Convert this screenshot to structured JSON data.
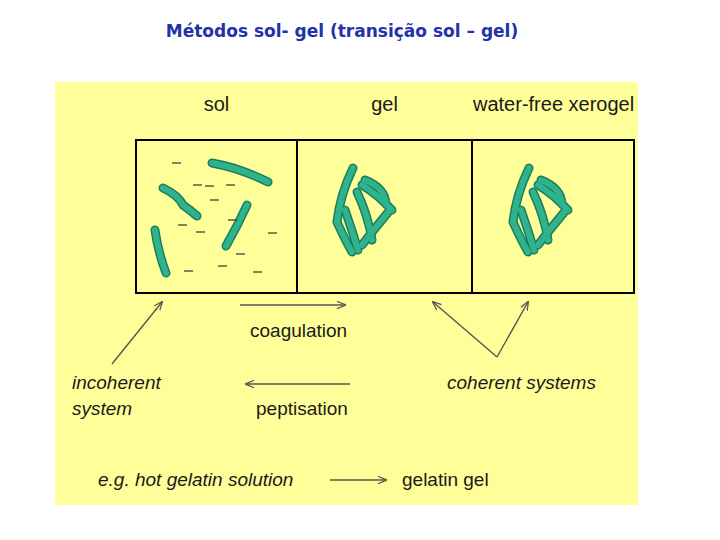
{
  "diagram": {
    "title": "Métodos sol- gel (transição sol – gel)",
    "nodes": [
      {
        "text": [
          "sol"
        ]
      },
      {
        "text": [
          "gel"
        ]
      },
      {
        "text": [
          "water-free xerogel"
        ]
      }
    ],
    "labels": [
      "coagulation",
      "incoherent system",
      "peptisation",
      "coherent systems",
      "e.g. hot gelatin solution",
      "gelatin gel"
    ]
  }
}
